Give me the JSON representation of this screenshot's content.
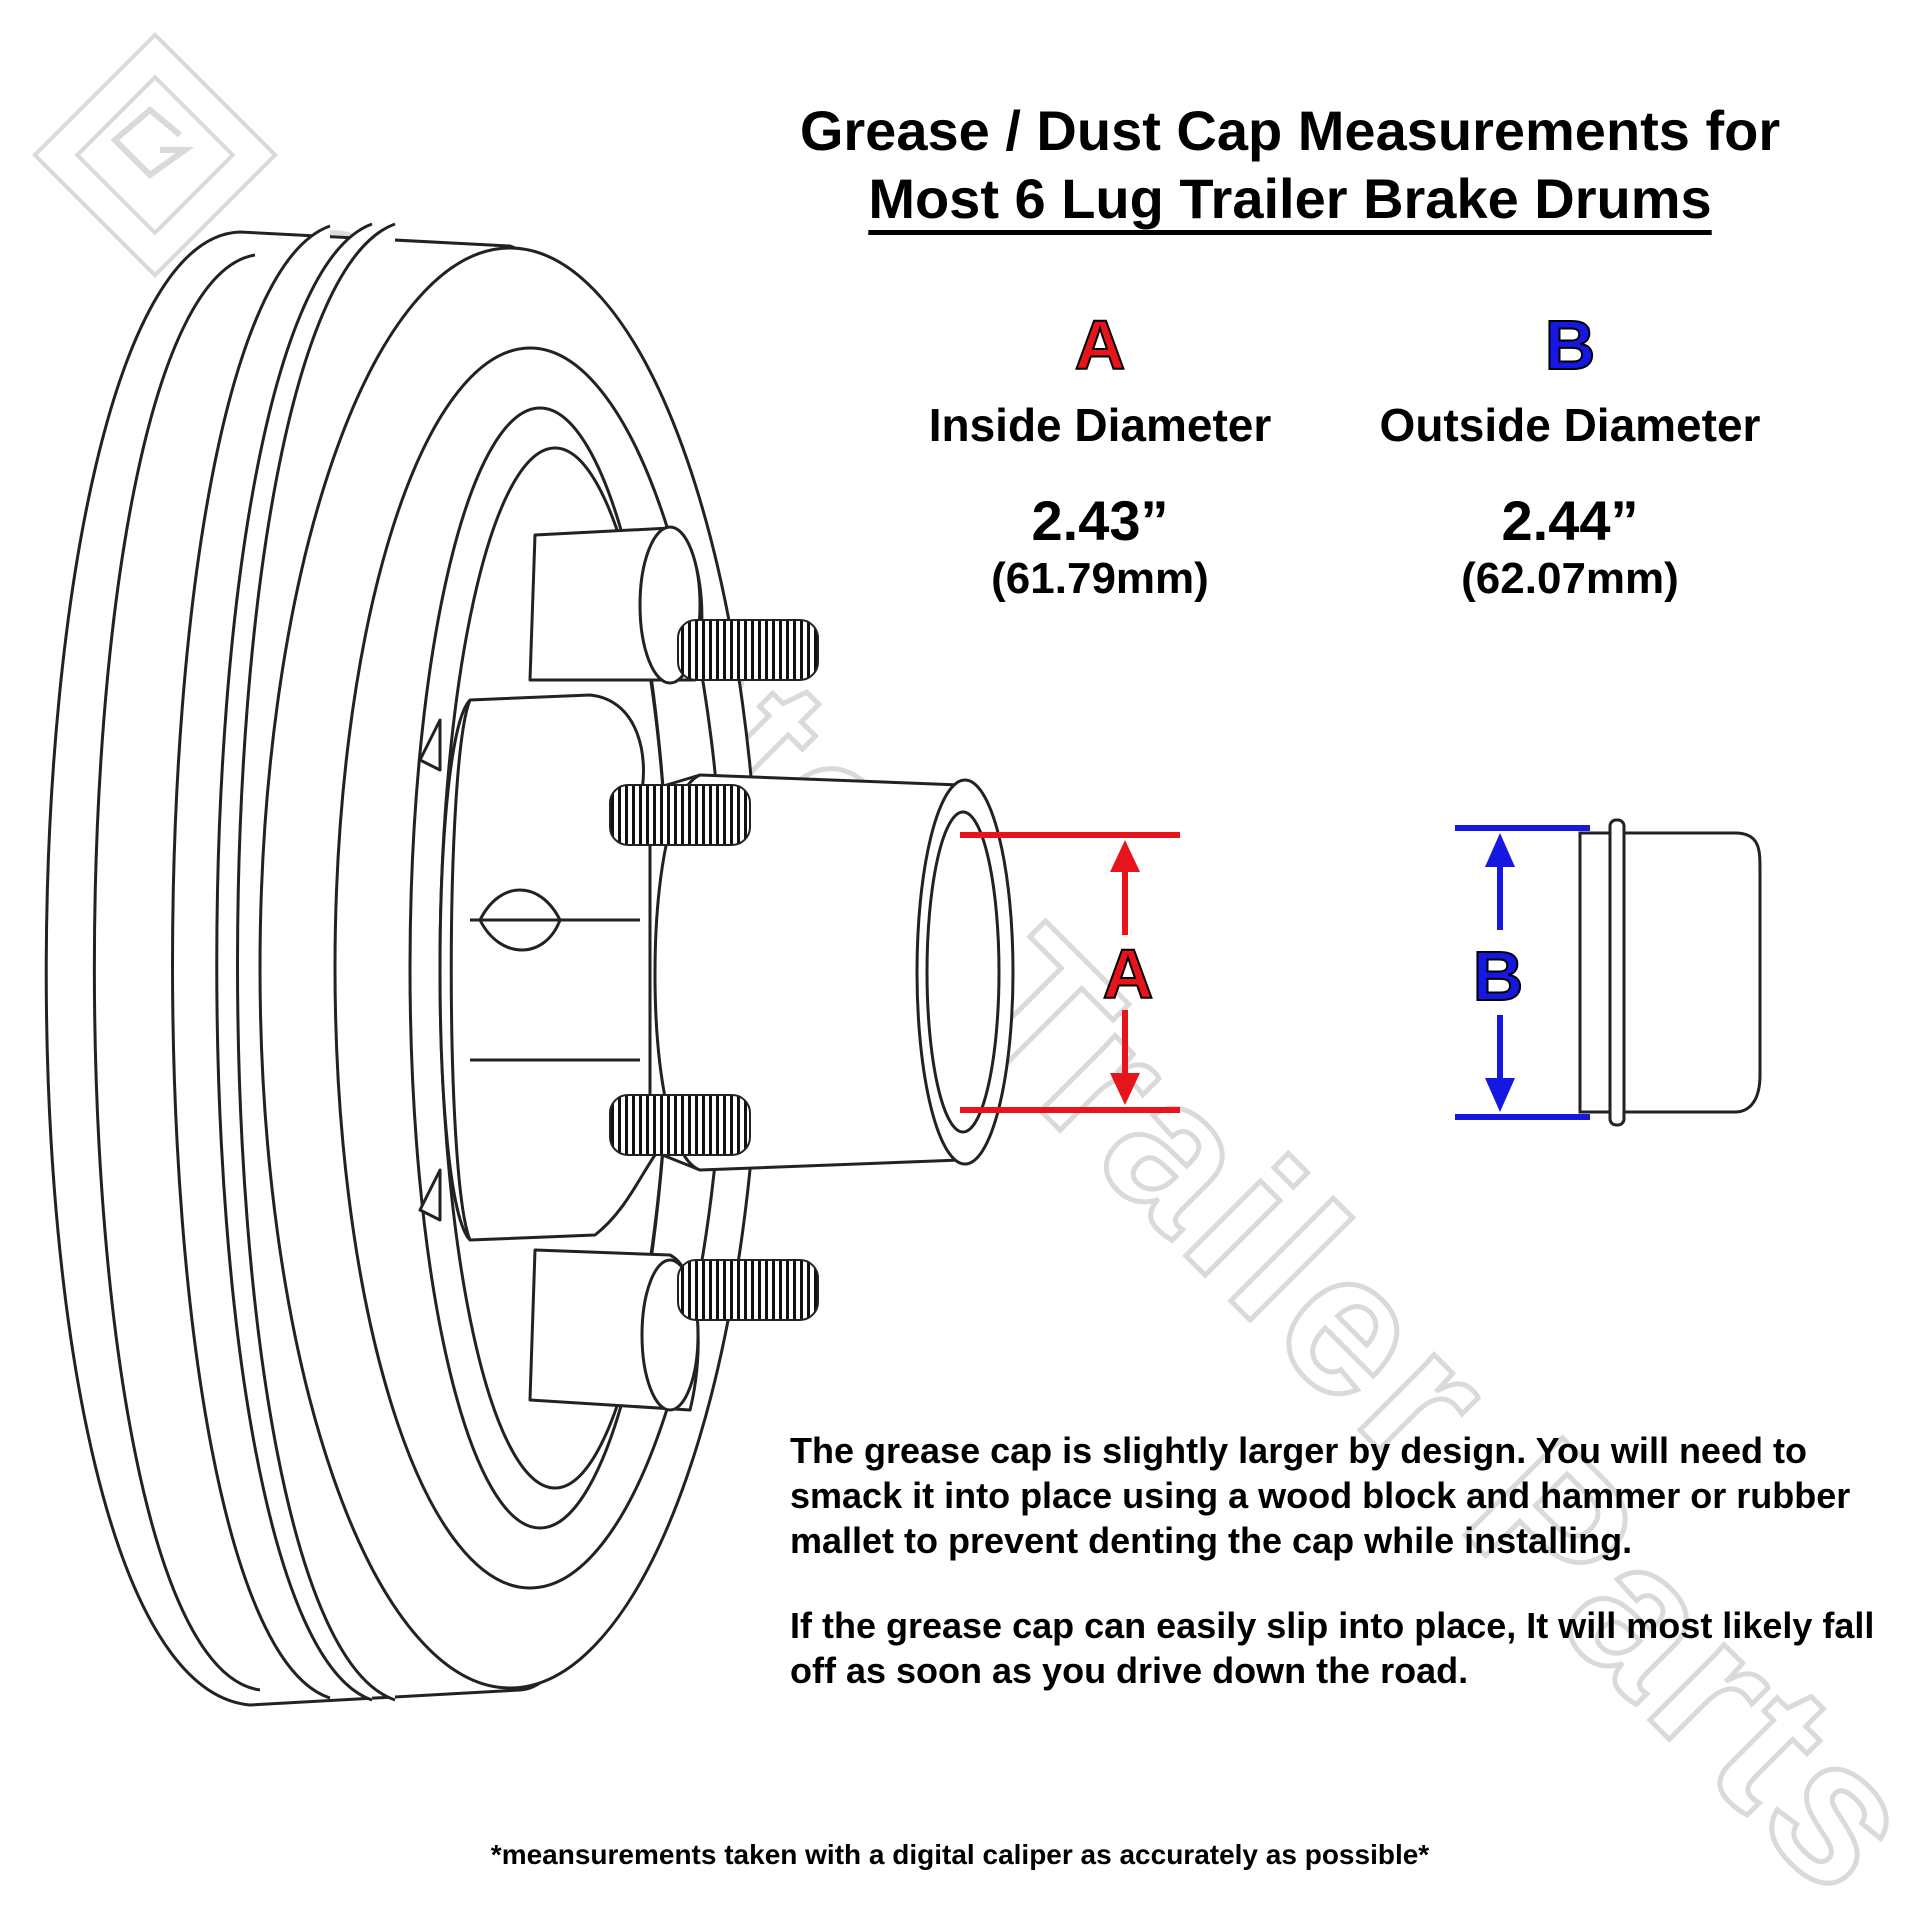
{
  "title": {
    "line1": "Grease / Dust Cap Measurements for",
    "line2": "Most 6 Lug Trailer Brake Drums"
  },
  "measurements": [
    {
      "letter": "A",
      "label": "Inside Diameter",
      "value": "2.43”",
      "metric": "(61.79mm)",
      "color": "#e8141b"
    },
    {
      "letter": "B",
      "label": "Outside Diameter",
      "value": "2.44”",
      "metric": "(62.07mm)",
      "color": "#1418e0"
    }
  ],
  "diagram": {
    "marker_a": "A",
    "marker_b": "B"
  },
  "notes": [
    "The grease cap is slightly larger by design. You will need to smack it into place using a wood block and hammer or rubber mallet to prevent denting the cap while installing.",
    "If the grease cap can easily slip into place, It will most likely fall off as soon as you drive down the road."
  ],
  "footnote": "*meansurements taken with a digital caliper as accurately as possible*",
  "watermark": "Gladiator Trailer Parts"
}
